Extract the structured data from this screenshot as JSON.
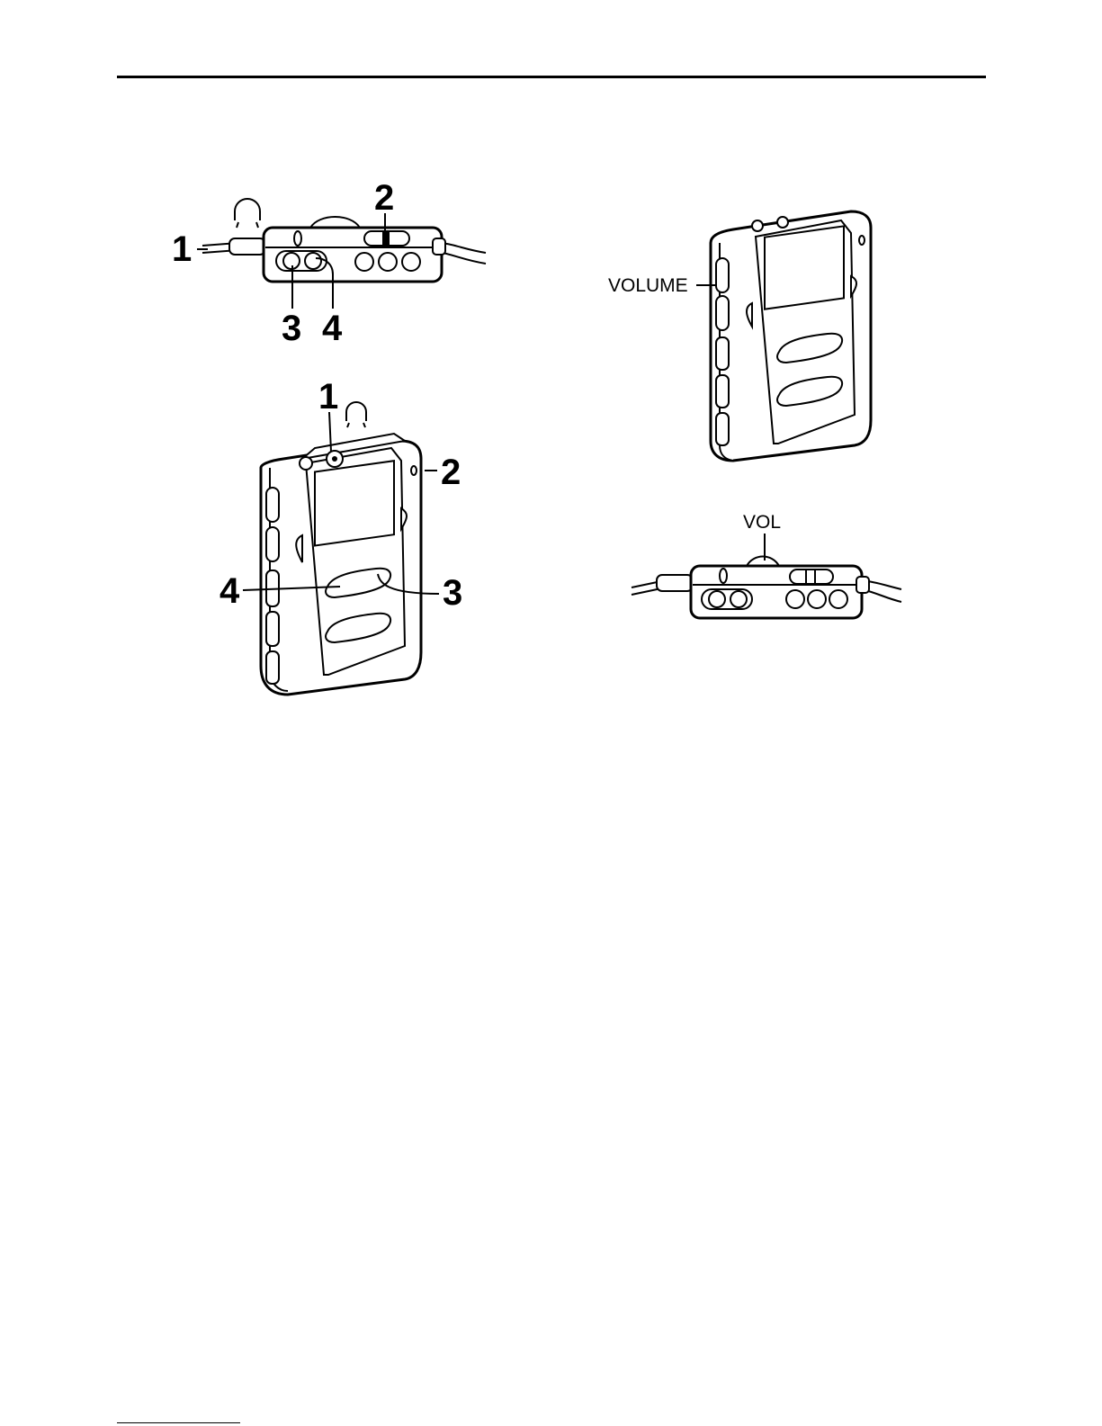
{
  "figures": {
    "remote_top_left": {
      "callouts": [
        "1",
        "2",
        "3",
        "4"
      ]
    },
    "player_bottom_left": {
      "callouts": [
        "1",
        "2",
        "3",
        "4"
      ]
    },
    "player_right": {
      "label": "VOLUME"
    },
    "remote_right": {
      "label": "VOL"
    }
  },
  "icons": [
    "headphones-icon"
  ]
}
